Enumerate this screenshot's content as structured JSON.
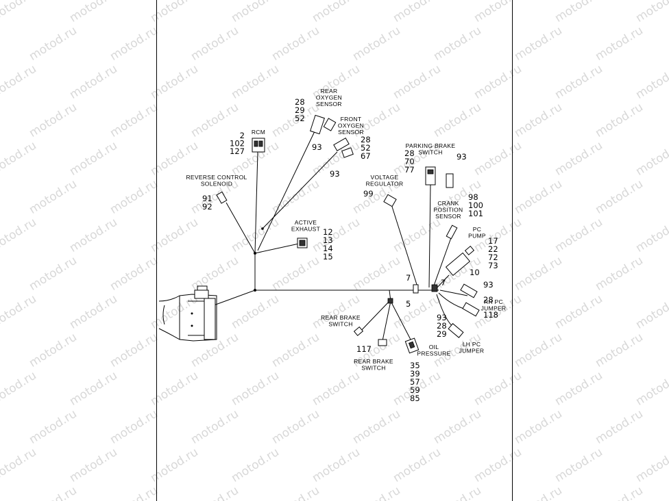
{
  "watermark": "motod.ru",
  "components": {
    "rcm": {
      "label": [
        "RCM"
      ],
      "refs": [
        "2",
        "102",
        "127"
      ]
    },
    "rear_oxygen_sensor": {
      "label": [
        "REAR",
        "OXYGEN",
        "SENSOR"
      ],
      "refs": [
        "28",
        "29",
        "52"
      ],
      "extra": "93"
    },
    "front_oxygen_sensor": {
      "label": [
        "FRONT",
        "OXYGEN",
        "SENSOR"
      ],
      "refs": [
        "28",
        "52",
        "67"
      ],
      "extra": "93"
    },
    "reverse_control_solenoid": {
      "label": [
        "REVERSE CONTROL",
        "SOLENOID"
      ],
      "refs": [
        "91",
        "92"
      ]
    },
    "active_exhaust": {
      "label": [
        "ACTIVE",
        "EXHAUST"
      ],
      "refs": [
        "12",
        "13",
        "14",
        "15"
      ]
    },
    "voltage_regulator": {
      "label": [
        "VOLTAGE",
        "REGULATOR"
      ],
      "refs": [
        "99"
      ]
    },
    "parking_brake_switch": {
      "label": [
        "PARKING BRAKE",
        "SWITCH"
      ],
      "refs": [
        "28",
        "70",
        "77"
      ],
      "extra": "93"
    },
    "crank_position_sensor": {
      "label": [
        "CRANK",
        "POSITION",
        "SENSOR"
      ],
      "refs": [
        "98",
        "100",
        "101"
      ]
    },
    "pc_pump": {
      "label": [
        "PC",
        "PUMP"
      ],
      "refs": [
        "17",
        "22",
        "72",
        "73"
      ],
      "extra": "10"
    },
    "rh_pc_jumper": {
      "label": [
        "RH PC",
        "JUMPER"
      ],
      "refs": [
        "93",
        "28",
        "118"
      ]
    },
    "lh_pc_jumper": {
      "label": [
        "LH PC",
        "JUMPER"
      ],
      "refs": [
        "93",
        "28",
        "29"
      ]
    },
    "rear_brake_switch_1": {
      "label": [
        "REAR BRAKE",
        "SWITCH"
      ]
    },
    "rear_brake_switch_2": {
      "label": [
        "REAR BRAKE",
        "SWITCH"
      ],
      "refs": [
        "117"
      ]
    },
    "oil_pressure": {
      "label": [
        "OIL",
        "PRESSURE"
      ],
      "refs": [
        "35",
        "39",
        "57",
        "59",
        "85"
      ]
    },
    "clip_5": "5",
    "clip_7a": "7",
    "clip_7b": "7"
  }
}
